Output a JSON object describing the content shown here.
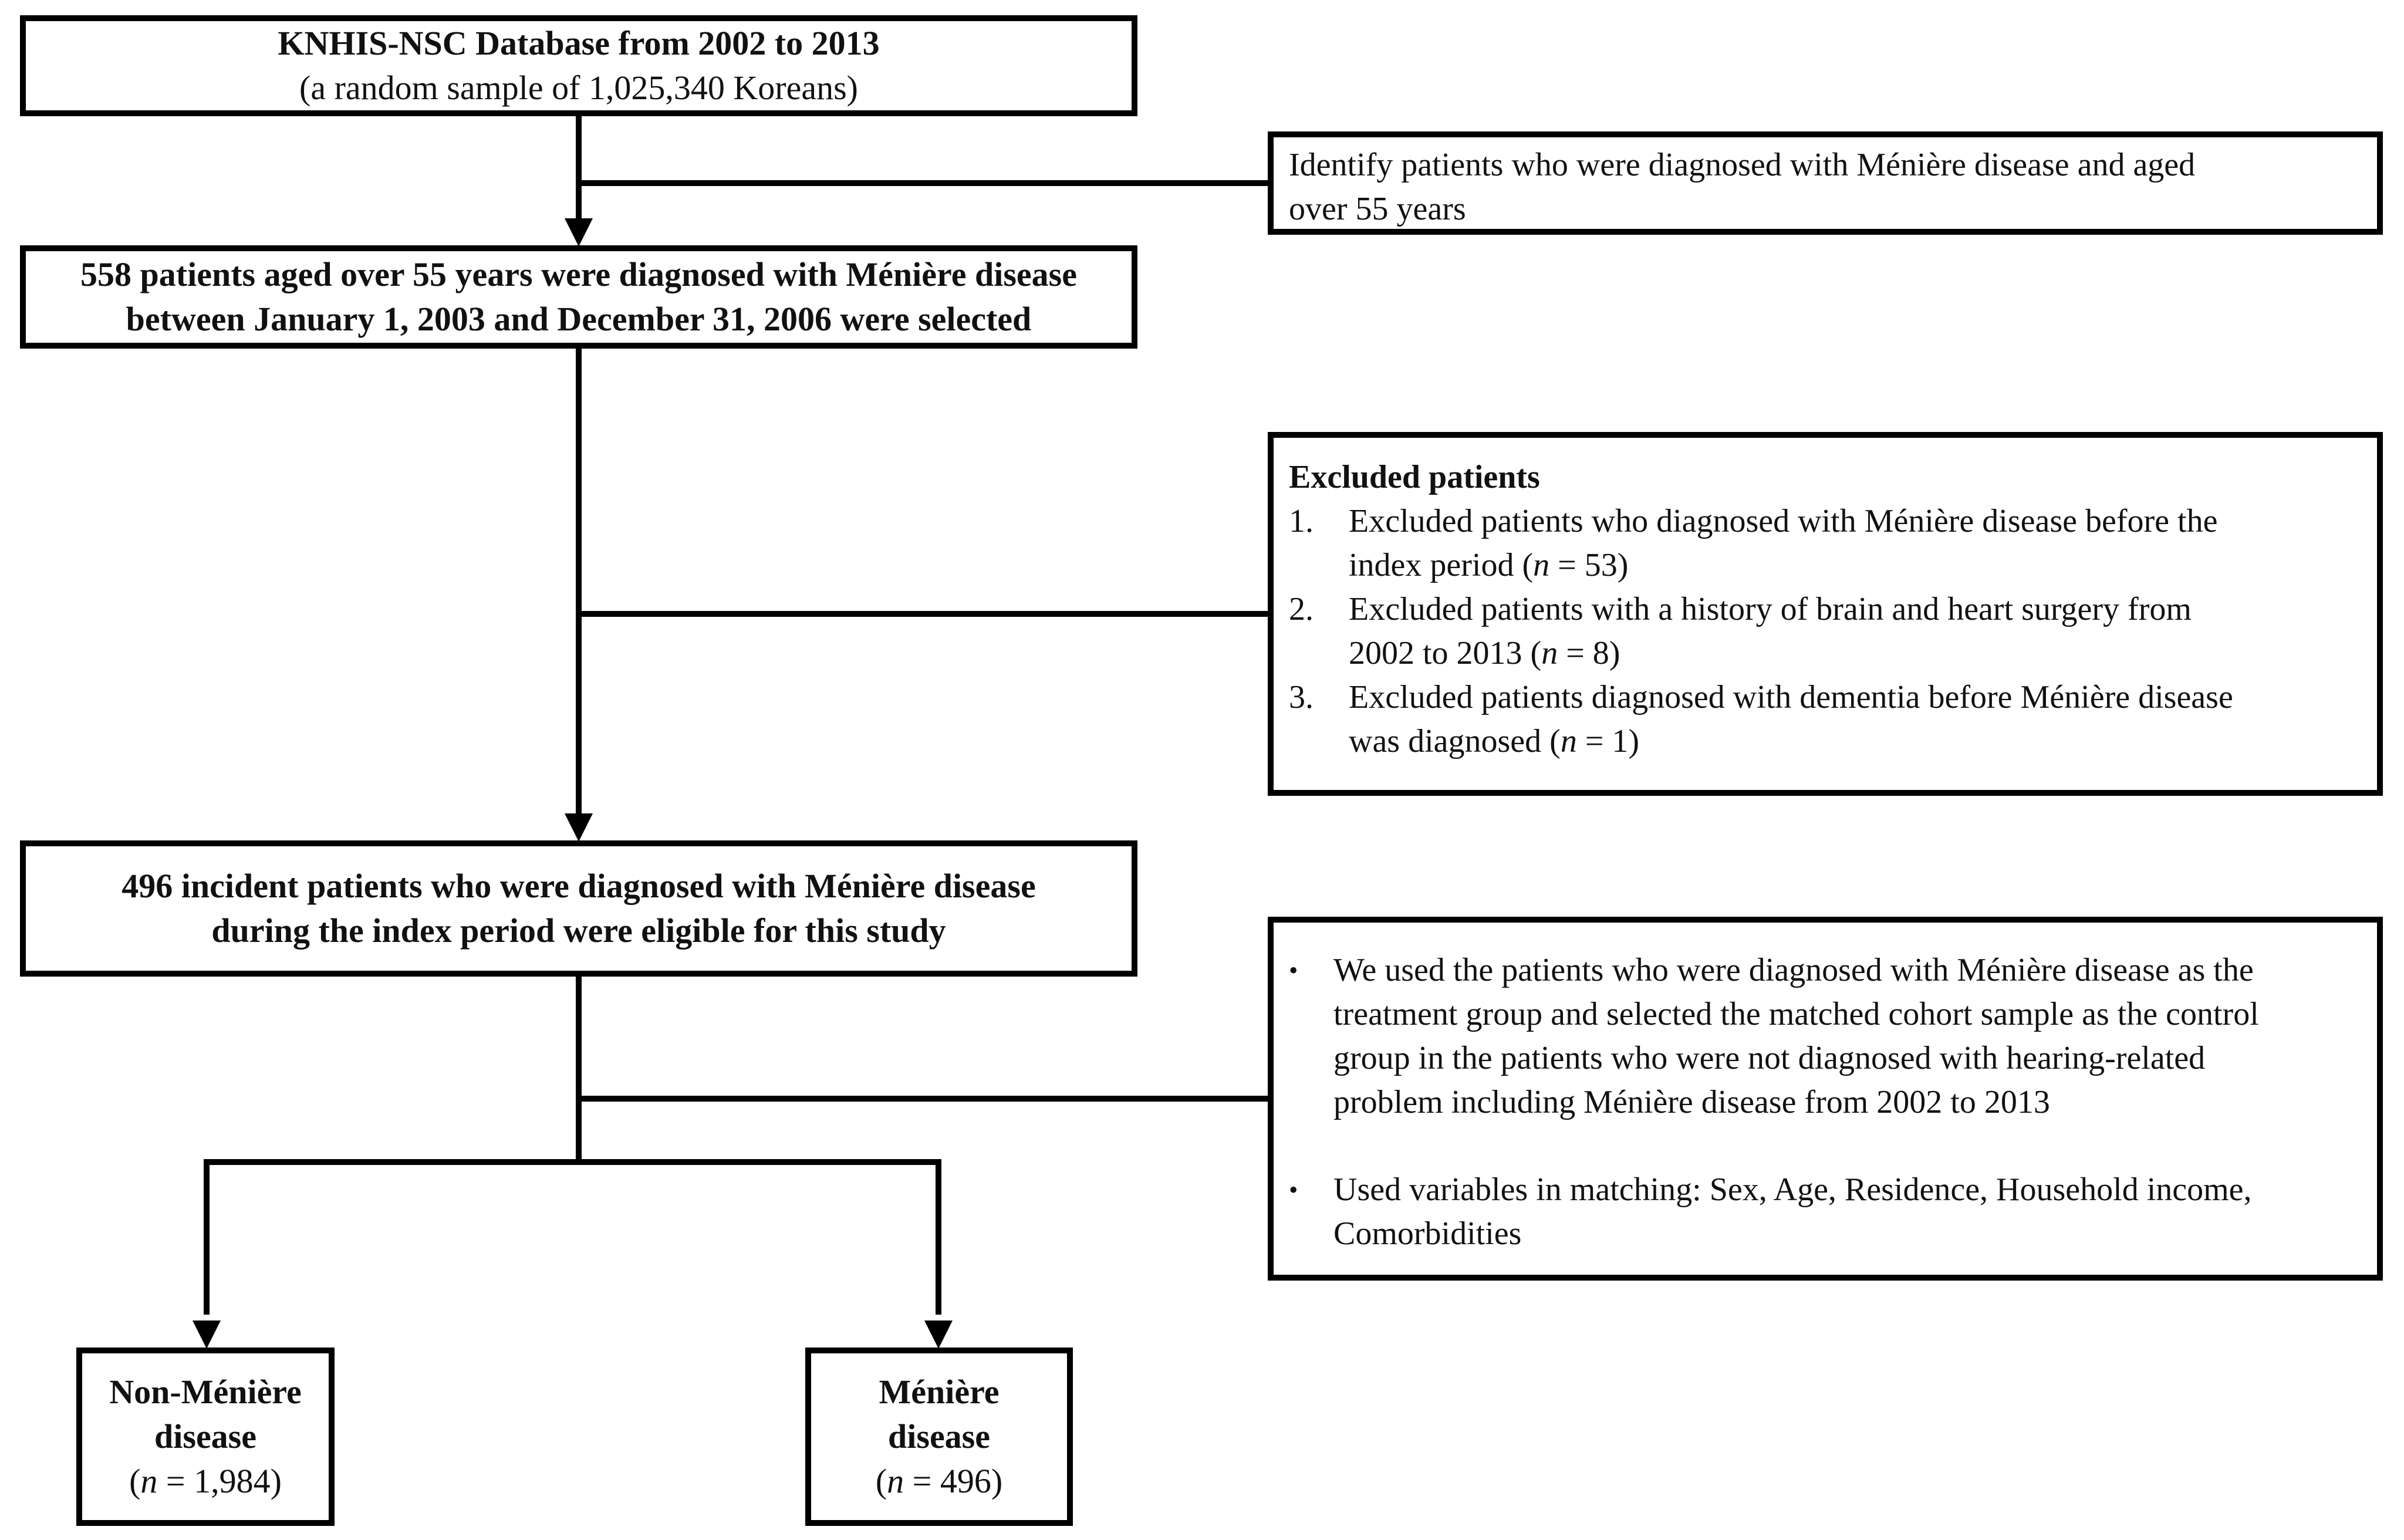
{
  "top_box": {
    "title": "KNHIS-NSC Database from 2002 to 2013",
    "subtitle": "(a random sample of 1,025,340 Koreans)"
  },
  "identify_box": {
    "line1": "Identify patients who were diagnosed with Ménière disease and aged",
    "line2": "over 55 years"
  },
  "selected_box": {
    "line1": "558 patients aged over 55 years were diagnosed with Ménière disease",
    "line2": "between January 1, 2003 and December 31, 2006 were selected"
  },
  "excluded_box": {
    "heading": "Excluded patients",
    "items": [
      {
        "num": "1.",
        "line1": "Excluded patients who diagnosed with Ménière disease before the",
        "line2_pre": "index period (",
        "n_sym": "n",
        "line2_post": " = 53)"
      },
      {
        "num": "2.",
        "line1": "Excluded patients with a history of brain and heart surgery from",
        "line2_pre": "2002 to 2013 (",
        "n_sym": "n",
        "line2_post": " = 8)"
      },
      {
        "num": "3.",
        "line1": "Excluded patients diagnosed with dementia before Ménière disease",
        "line2_pre": "was diagnosed (",
        "n_sym": "n",
        "line2_post": " = 1)"
      }
    ]
  },
  "eligible_box": {
    "line1": "496 incident patients who were diagnosed with Ménière disease",
    "line2": "during the index period were eligible for this study"
  },
  "matching_box": {
    "bullet": "•",
    "item1": [
      "We used the patients who were diagnosed with Ménière disease as the",
      "treatment group and selected the matched cohort sample as the control",
      "group in the patients who were not diagnosed with hearing-related",
      "problem including Ménière disease from 2002 to 2013"
    ],
    "item2": [
      "Used variables in matching: Sex, Age, Residence, Household income,",
      "Comorbidities"
    ]
  },
  "non_meniere_box": {
    "line1": "Non-Ménière",
    "line2": "disease",
    "n_pre": "(",
    "n_sym": "n",
    "n_post": " = 1,984)"
  },
  "meniere_box": {
    "line1": "Ménière",
    "line2": "disease",
    "n_pre": "(",
    "n_sym": "n",
    "n_post": " = 496)"
  }
}
